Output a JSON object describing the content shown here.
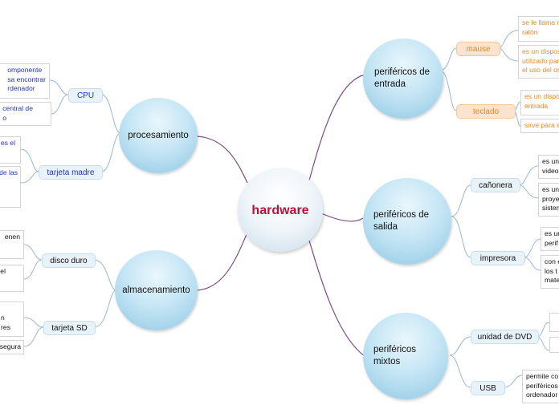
{
  "central": {
    "label": "hardware"
  },
  "colors": {
    "connector": "#7a4a86",
    "subconnector": "#9ab7cf",
    "central_text": "#b8133b",
    "blue_text": "#2233bb",
    "orange_text": "#e38a2c"
  },
  "branches": {
    "entrada": {
      "label": "periféricos de\nentrada",
      "mause": {
        "label": "mause",
        "notes": [
          "se le llama m\nratón",
          "es un dispos\nutilizado par\nel uso del ord"
        ]
      },
      "teclado": {
        "label": "teclado",
        "notes": [
          "es un dispo\nentrada",
          "sirve para e"
        ]
      }
    },
    "salida": {
      "label": "periféricos de\nsalida",
      "canonera": {
        "label": "cañonera",
        "notes": [
          "es un\nvideo",
          "es un\nproye\nsistem"
        ]
      },
      "impresora": {
        "label": "impresora",
        "notes": [
          "es un\nperif",
          "con e\nlos t\nmate"
        ]
      }
    },
    "mixtos": {
      "label": "periféricos\nmixtos",
      "dvd": {
        "label": "unidad de DVD"
      },
      "usb": {
        "label": "USB",
        "notes": [
          "permite co\nperiféricos\nordenador"
        ]
      }
    },
    "procesamiento": {
      "label": "procesamiento",
      "cpu": {
        "label": "CPU",
        "notes": [
          "omponente\nsa encontrar\nrdenador",
          "central de\no"
        ]
      },
      "madre": {
        "label": "tarjeta madre",
        "notes": [
          "es el",
          "de las"
        ]
      }
    },
    "almacenamiento": {
      "label": "almacenamiento",
      "disco": {
        "label": "disco duro",
        "notes": [
          "enen",
          "el"
        ]
      },
      "sd": {
        "label": "tarjeta SD",
        "notes": [
          "n\nres",
          "segura"
        ]
      }
    }
  }
}
